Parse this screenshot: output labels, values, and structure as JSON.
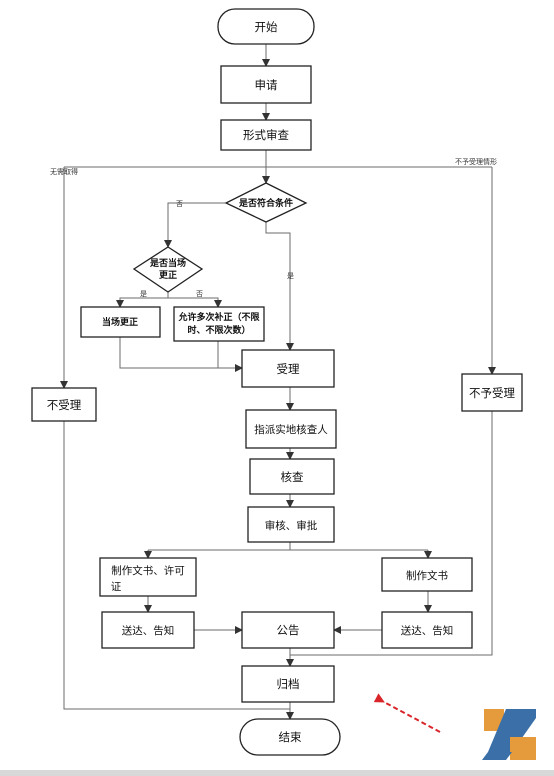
{
  "nodes": {
    "start": "开始",
    "apply": "申请",
    "formal_review": "形式审查",
    "condition": "是否符合条件",
    "onsite_q_l1": "是否当场",
    "onsite_q_l2": "更正",
    "onsite_correct": "当场更正",
    "multi_correct_l1": "允许多次补正（不限",
    "multi_correct_l2": "时、不限次数）",
    "accept": "受理",
    "reject": "不受理",
    "not_accept": "不予受理",
    "assign": "指派实地核查人",
    "verify": "核查",
    "approve": "审核、审批",
    "make_permit_l1": "制作文书、许可",
    "make_permit_l2": "证",
    "make_doc": "制作文书",
    "deliver_left": "送达、告知",
    "announce": "公告",
    "deliver_right": "送达、告知",
    "archive": "归档",
    "end": "结束"
  },
  "edge_labels": {
    "no_right": "无需取得",
    "not_accept_case": "不予受理情形",
    "no": "否",
    "yes": "是",
    "yes2": "是",
    "no2": "否"
  },
  "colors": {
    "arrow_red": "#d9252a",
    "logo_orange": "#e59a3c",
    "logo_blue": "#3a6fa8"
  }
}
